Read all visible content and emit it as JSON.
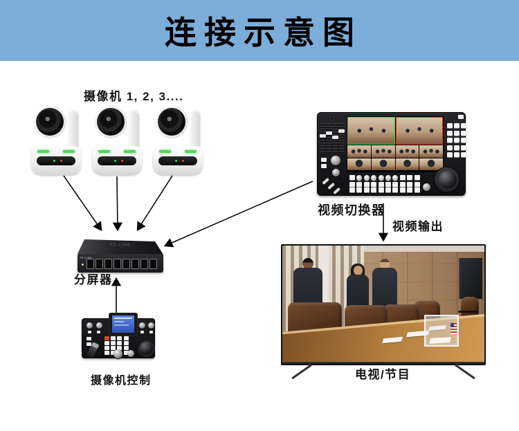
{
  "title": "连接示意图",
  "banner": {
    "bg": "#7dadd9",
    "text_color": "#000000"
  },
  "labels": {
    "cameras": "摄像机 1, 2, 3....",
    "video_switcher": "视频切换器",
    "video_output": "视频输出",
    "splitter": "分屏器",
    "camera_control": "摄像机控制",
    "tv": "电视/节目"
  },
  "devices": {
    "cameras": {
      "count": 3,
      "type": "white PTZ camera with green status LEDs"
    },
    "splitter": {
      "brand": "TP-LINK",
      "ports": 8,
      "type": "8-port network switch"
    },
    "video_switcher": {
      "type": "black video switcher console with multiview screen, faders, keypad and joystick"
    },
    "camera_control": {
      "type": "black camera control keyboard with blue LCD and joystick"
    },
    "tv": {
      "type": "flat screen TV showing a conference room with three people"
    }
  },
  "connections": [
    {
      "from": "camera-1",
      "to": "splitter"
    },
    {
      "from": "camera-2",
      "to": "splitter"
    },
    {
      "from": "camera-3",
      "to": "splitter"
    },
    {
      "from": "video-switcher",
      "to": "splitter"
    },
    {
      "from": "video-switcher",
      "to": "tv",
      "label": "视频输出"
    },
    {
      "from": "camera-control",
      "to": "splitter"
    }
  ],
  "colors": {
    "banner": "#7dadd9",
    "arrow": "#0a0a0a",
    "led_green": "#53d45f",
    "lcd_blue": "#3f66c9"
  }
}
